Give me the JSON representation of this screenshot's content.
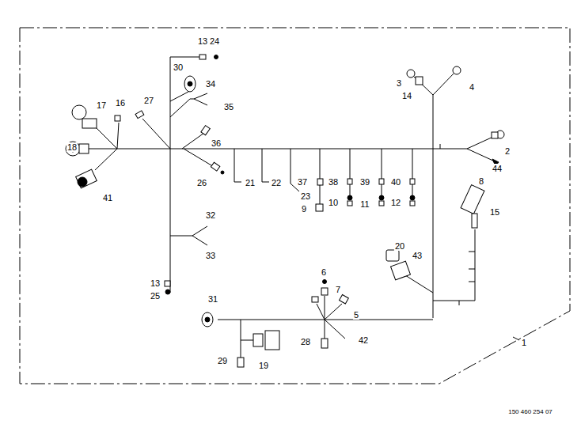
{
  "diagram": {
    "labels": [
      "13",
      "24",
      "30",
      "34",
      "35",
      "27",
      "16",
      "17",
      "18",
      "41",
      "36",
      "26",
      "21",
      "22",
      "37",
      "23",
      "9",
      "38",
      "10",
      "39",
      "11",
      "40",
      "12",
      "3",
      "14",
      "4",
      "2",
      "44",
      "8",
      "15",
      "32",
      "33",
      "13",
      "25",
      "20",
      "43",
      "6",
      "7",
      "5",
      "31",
      "28",
      "42",
      "29",
      "19",
      "1",
      "150 460 254 07"
    ]
  }
}
